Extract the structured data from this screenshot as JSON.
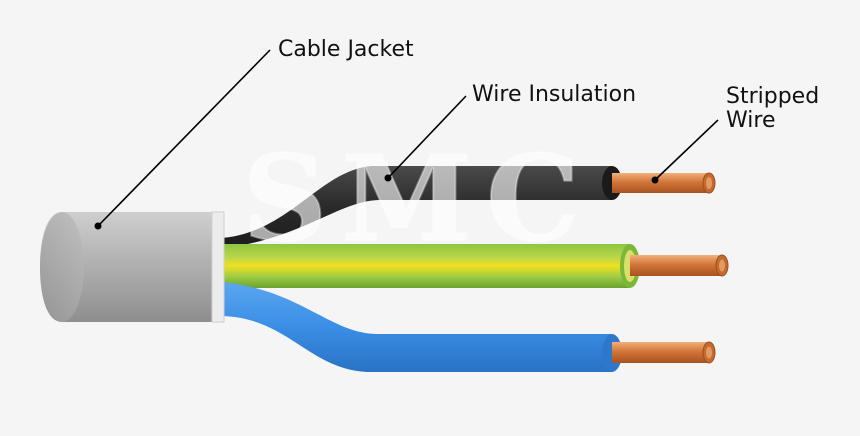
{
  "labels": {
    "cable_jacket": "Cable Jacket",
    "wire_insulation": "Wire Insulation",
    "stripped_wire": "Stripped\nWire"
  },
  "watermark": "SMC",
  "colors": {
    "background": "#f5f5f5",
    "jacket": "#a9a9a9",
    "black_wire": "#2b2b2b",
    "earth_green": "#8cc63f",
    "earth_yellow": "#f0e020",
    "blue_wire": "#3a8ee6",
    "copper": "#d2763a"
  }
}
